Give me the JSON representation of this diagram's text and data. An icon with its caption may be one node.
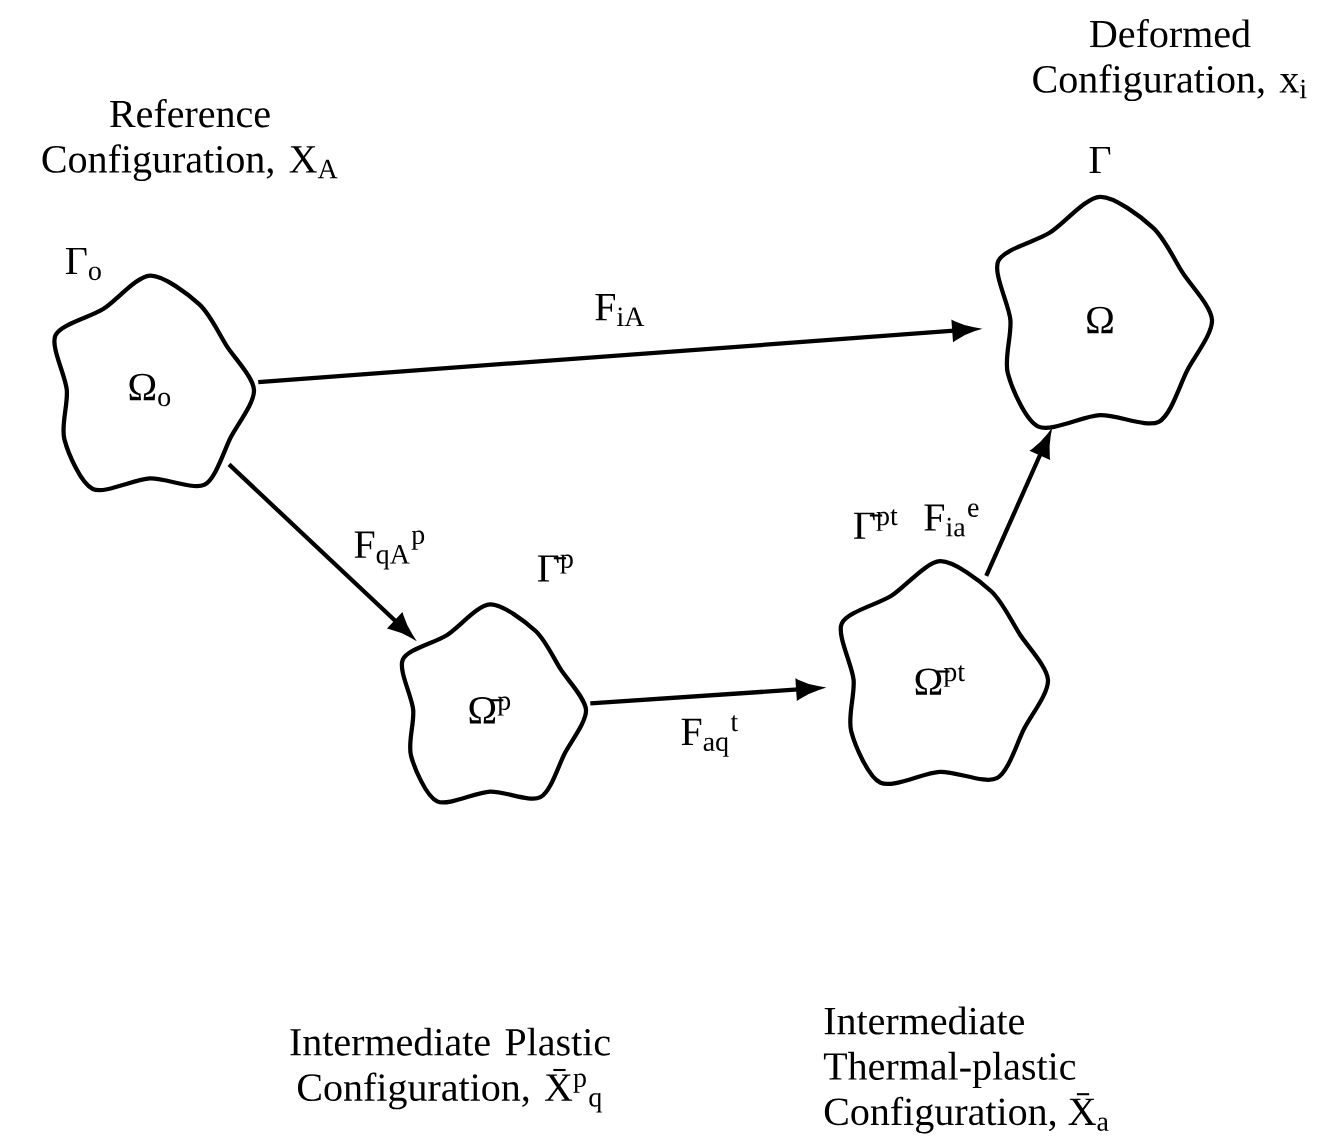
{
  "diagram": {
    "nodes": [
      {
        "text": [
          "Ω$_{o}$"
        ],
        "beside": [
          "Γ$_{o}$",
          "Reference Configuration, X$_{A}$"
        ]
      },
      {
        "text": [
          "Ω"
        ],
        "beside": [
          "Γ",
          "Deformed Configuration, x$_{i}$"
        ]
      },
      {
        "text": [
          "Ω̄$^{p}$"
        ],
        "beside": [
          "Γ̄$^{p}$"
        ]
      },
      {
        "text": [
          "Ω̄$^{pt}$"
        ],
        "beside": [
          "Γ̄$^{pt}$"
        ]
      }
    ],
    "labels": [
      "Intermediate Plastic Configuration, X̄$^{p}$$_{q}$",
      "Intermediate Thermal-plastic Configuration, X̄$_{a}$"
    ],
    "edges": [
      {
        "from": 0,
        "to": 1,
        "arrow": "to",
        "label": "F$_{iA}$"
      },
      {
        "from": 0,
        "to": 2,
        "arrow": "to",
        "label": "F$_{qA}$$^{p}$"
      },
      {
        "from": 2,
        "to": 3,
        "arrow": "to",
        "label": "F$_{aq}$$^{t}$"
      },
      {
        "from": 3,
        "to": 1,
        "arrow": "to",
        "label": "F$_{ia}$$^{e}$"
      }
    ]
  }
}
